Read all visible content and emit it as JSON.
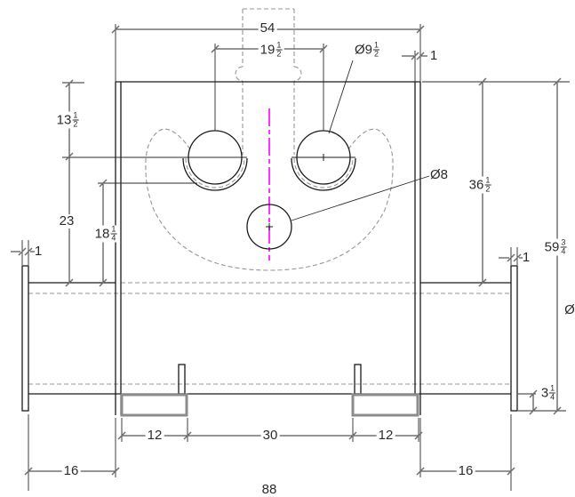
{
  "drawing": {
    "type": "technical-orthographic-view",
    "colors": {
      "outline": "#1a1a1a",
      "hidden": "#969696",
      "centerline": "#ff00ff",
      "dim_text": "#2b2b2b",
      "tick": "#6e6e6e",
      "highlight": "#8c8c8c"
    },
    "dimensions": {
      "d54": {
        "whole": "54"
      },
      "d19h": {
        "whole": "19",
        "num": "1",
        "den": "2"
      },
      "dia9h": {
        "prefix": "Ø",
        "whole": "9",
        "num": "1",
        "den": "2"
      },
      "d1_wall": {
        "whole": "1"
      },
      "d13h": {
        "whole": "13",
        "num": "1",
        "den": "2"
      },
      "d23": {
        "whole": "23"
      },
      "d18q": {
        "whole": "18",
        "num": "1",
        "den": "4"
      },
      "d36h": {
        "whole": "36",
        "num": "1",
        "den": "2"
      },
      "dia8": {
        "prefix": "Ø",
        "whole": "8"
      },
      "d59tq": {
        "whole": "59",
        "num": "3",
        "den": "4"
      },
      "d1_left": {
        "whole": "1"
      },
      "d1_right": {
        "whole": "1"
      },
      "dia_clipped": {
        "prefix": "Ø"
      },
      "d3q": {
        "whole": "3",
        "num": "1",
        "den": "4"
      },
      "d12_left": {
        "whole": "12"
      },
      "d30": {
        "whole": "30"
      },
      "d12_right": {
        "whole": "12"
      },
      "d16_left": {
        "whole": "16"
      },
      "d16_right": {
        "whole": "16"
      },
      "d88": {
        "whole": "88"
      }
    }
  }
}
